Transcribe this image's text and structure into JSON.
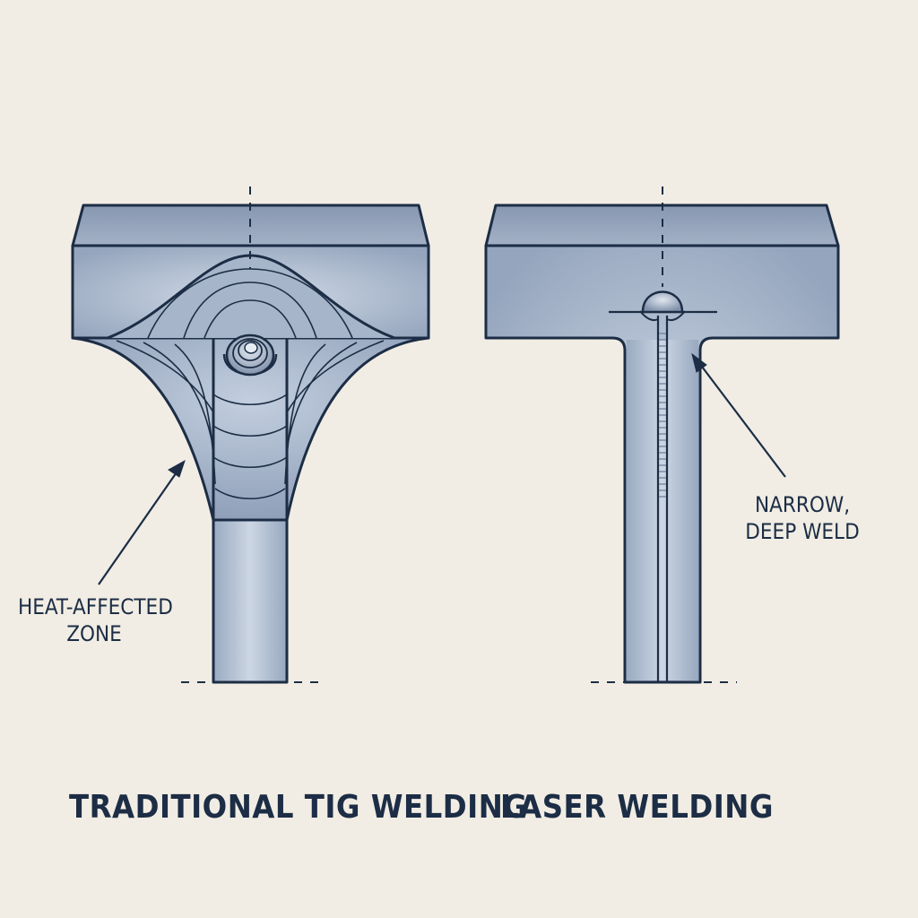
{
  "diagram": {
    "left": {
      "caption": "TRADITIONAL TIG WELDING",
      "callout": {
        "line1": "HEAT-AFFECTED",
        "line2": "ZONE"
      }
    },
    "right": {
      "caption": "LASER WELDING",
      "callout": {
        "line1": "NARROW,",
        "line2": "DEEP WELD"
      }
    },
    "colors": {
      "background": "#f1ede4",
      "outline": "#1c2d45",
      "fill_light": "#c8d3e2",
      "fill_dark": "#8a9bb4"
    }
  }
}
